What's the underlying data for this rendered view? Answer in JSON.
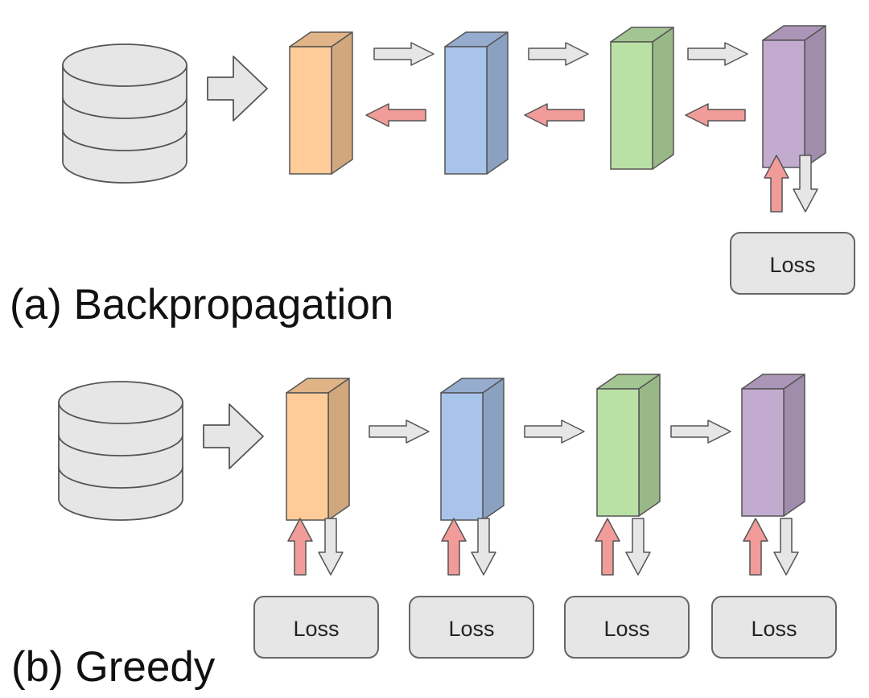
{
  "captions": {
    "backprop": "(a) Backpropagation",
    "greedy": "(b) Greedy"
  },
  "loss_label": "Loss",
  "icons": {
    "dataset": "database-icon",
    "forward": "forward-arrow",
    "backward": "backward-arrow"
  },
  "colors": {
    "layer1": "#FFCC99",
    "layer2": "#A9C4EB",
    "layer3": "#B9E0A5",
    "layer4": "#C3ABD0",
    "backward_arrow": "#F19C99",
    "forward_arrow": "#E6E6E6",
    "loss_box": "#E6E6E6",
    "database": "#E6E6E6"
  }
}
